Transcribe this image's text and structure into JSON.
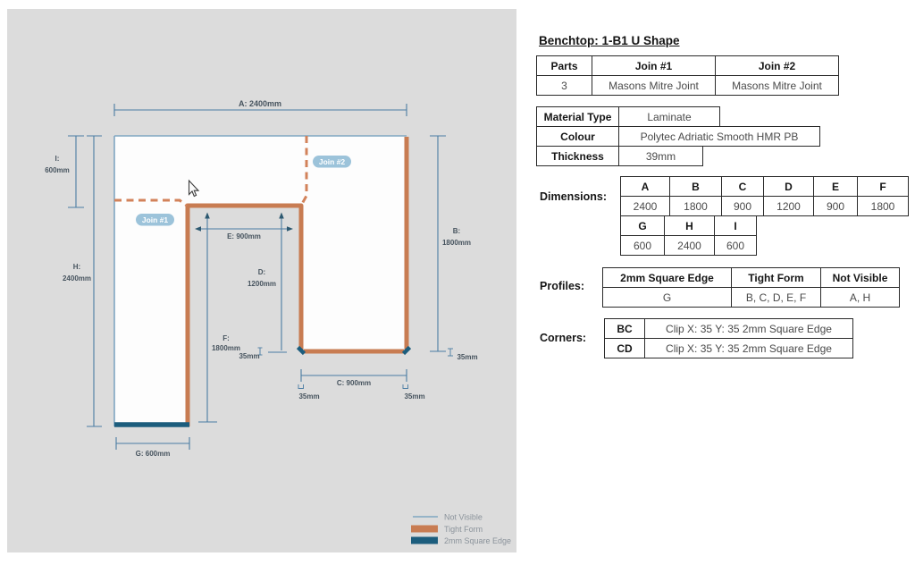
{
  "diagram": {
    "joins": [
      "Join #1",
      "Join #2"
    ],
    "dims": {
      "a": "A: 2400mm",
      "i_letter": "I:",
      "i_value": "600mm",
      "h_letter": "H:",
      "h_value": "2400mm",
      "b_letter": "B:",
      "b_value": "1800mm",
      "e": "E: 900mm",
      "d_letter": "D:",
      "d_value": "1200mm",
      "f_letter": "F:",
      "f_value": "1800mm",
      "c": "C: 900mm",
      "g": "G: 600mm",
      "offset": "35mm"
    },
    "legend": {
      "not_visible": "Not Visible",
      "tight_form": "Tight Form",
      "square_edge": "2mm Square Edge"
    }
  },
  "panel": {
    "title": "Benchtop: 1-B1 U Shape",
    "parts": {
      "headers": [
        "Parts",
        "Join #1",
        "Join #2"
      ],
      "values": [
        "3",
        "Masons Mitre Joint",
        "Masons Mitre Joint"
      ]
    },
    "material": {
      "rows": [
        {
          "label": "Material Type",
          "value": "Laminate"
        },
        {
          "label": "Colour",
          "value": "Polytec Adriatic Smooth HMR PB"
        },
        {
          "label": "Thickness",
          "value": "39mm"
        }
      ]
    },
    "dimensions": {
      "label": "Dimensions:",
      "row1_headers": [
        "A",
        "B",
        "C",
        "D",
        "E",
        "F"
      ],
      "row1_values": [
        "2400",
        "1800",
        "900",
        "1200",
        "900",
        "1800"
      ],
      "row2_headers": [
        "G",
        "H",
        "I"
      ],
      "row2_values": [
        "600",
        "2400",
        "600"
      ]
    },
    "profiles": {
      "label": "Profiles:",
      "headers": [
        "2mm Square Edge",
        "Tight Form",
        "Not Visible"
      ],
      "values": [
        "G",
        "B, C, D, E, F",
        "A, H"
      ]
    },
    "corners": {
      "label": "Corners:",
      "rows": [
        {
          "key": "BC",
          "value": "Clip X: 35 Y: 35 2mm Square Edge"
        },
        {
          "key": "CD",
          "value": "Clip X: 35 Y: 35 2mm Square Edge"
        }
      ]
    }
  },
  "colors": {
    "tight_form_orange": "#c87c52",
    "square_edge_teal": "#1c5d7d",
    "not_visible_blue": "#7fa6c2",
    "dimension_blue": "#4a7ca3",
    "join_badge_blue": "#9cc3da",
    "canvas_gray": "#dcdcdc"
  }
}
